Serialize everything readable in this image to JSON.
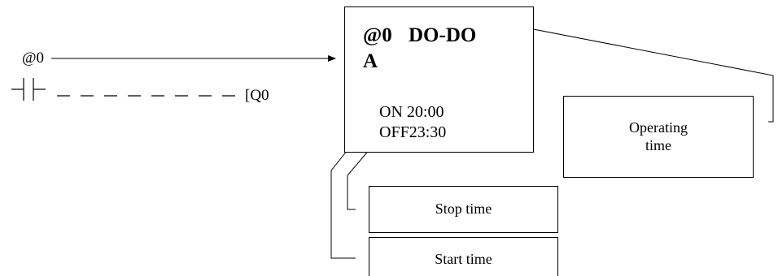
{
  "input_address": "@0",
  "output_coil": "[Q0",
  "function_block": {
    "title_line1": "@0 DO-DO",
    "title_line2": "A",
    "on_line": "ON 20:00",
    "off_line": "OFF23:30"
  },
  "callouts": {
    "operating_line1": "Operating",
    "operating_line2": "time",
    "stop": "Stop time",
    "start": "Start time"
  },
  "colors": {
    "line": "#000000",
    "background": "#ffffff"
  }
}
